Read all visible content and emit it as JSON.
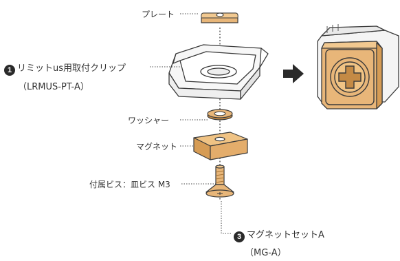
{
  "labels": {
    "plate": "プレート",
    "clip_number": "1",
    "clip": "リミットus用取付クリップ",
    "clip_code": "（LRMUS-PT-A）",
    "washer": "ワッシャー",
    "magnet": "マグネット",
    "screw": "付属ビス：皿ビス M3",
    "set_number": "3",
    "set": "マグネットセットA",
    "set_code": "（MG-A）"
  },
  "colors": {
    "gold": "#e8b679",
    "gold_dark": "#c48a45",
    "outline": "#3a3a3a",
    "arrow": "#2a2a2a"
  },
  "icons": [
    "arrow-right-icon",
    "phillips-screw-icon"
  ]
}
